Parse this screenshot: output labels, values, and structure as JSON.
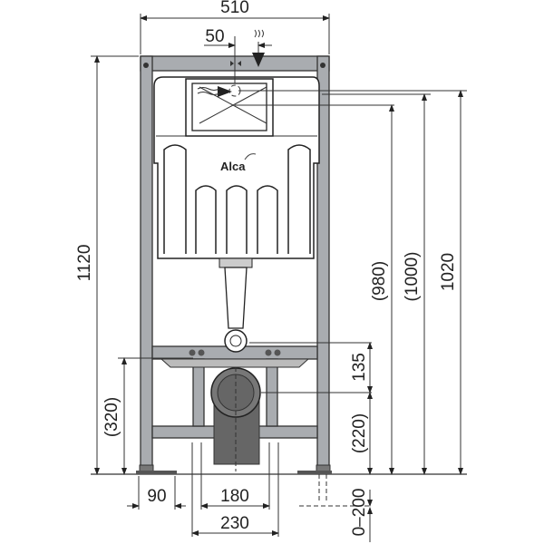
{
  "drawing": {
    "brand_logo": "Alca",
    "dimensions": {
      "frame_width": "510",
      "flush_offset": "50",
      "total_height": "1120",
      "support_height": "(320)",
      "height_980": "(980)",
      "height_1000": "(1000)",
      "height_1020": "1020",
      "inlet_to_outlet": "135",
      "outlet_height": "(220)",
      "leg_adjust": "0–200",
      "foot_width": "90",
      "stud_spacing": "180",
      "strut_spacing": "230"
    }
  }
}
